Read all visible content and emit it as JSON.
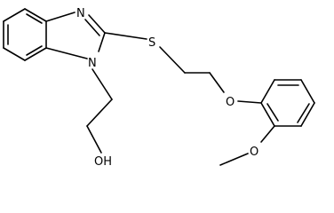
{
  "structure": {
    "atom_labels": {
      "n_imine": "N",
      "n_ring": "N",
      "s_thioether": "S",
      "o_ether": "O",
      "oh_hydroxyl": "OH",
      "o_methoxy": "O"
    }
  }
}
